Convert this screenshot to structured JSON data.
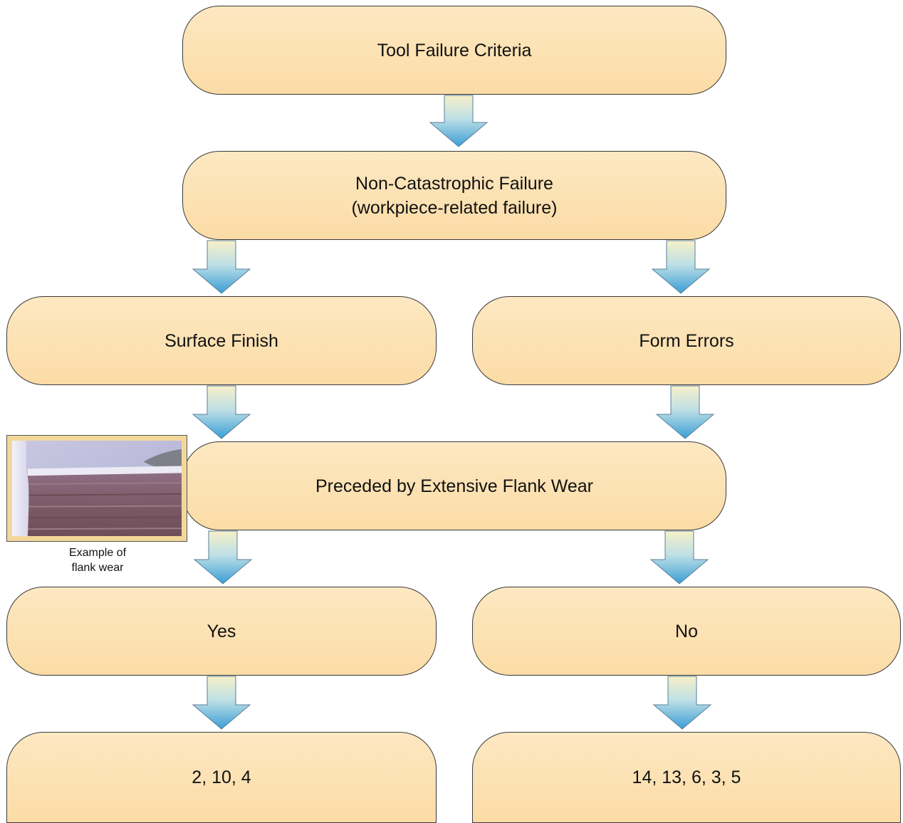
{
  "diagram": {
    "nodes": {
      "root": "Tool Failure Criteria",
      "non_catastrophic": "Non-Catastrophic Failure\n(workpiece-related failure)",
      "surface_finish": "Surface Finish",
      "form_errors": "Form Errors",
      "flank_wear": "Preceded by Extensive Flank Wear",
      "yes": "Yes",
      "no": "No",
      "yes_result": "2, 10, 4",
      "no_result": "14, 13, 6, 3, 5"
    },
    "photo_caption": "Example of\nflank wear",
    "colors": {
      "box_fill": "#fbe2b2",
      "box_border": "#3a3a3a",
      "arrow_top": "#f7f0c8",
      "arrow_bottom": "#3a9ed6"
    }
  }
}
